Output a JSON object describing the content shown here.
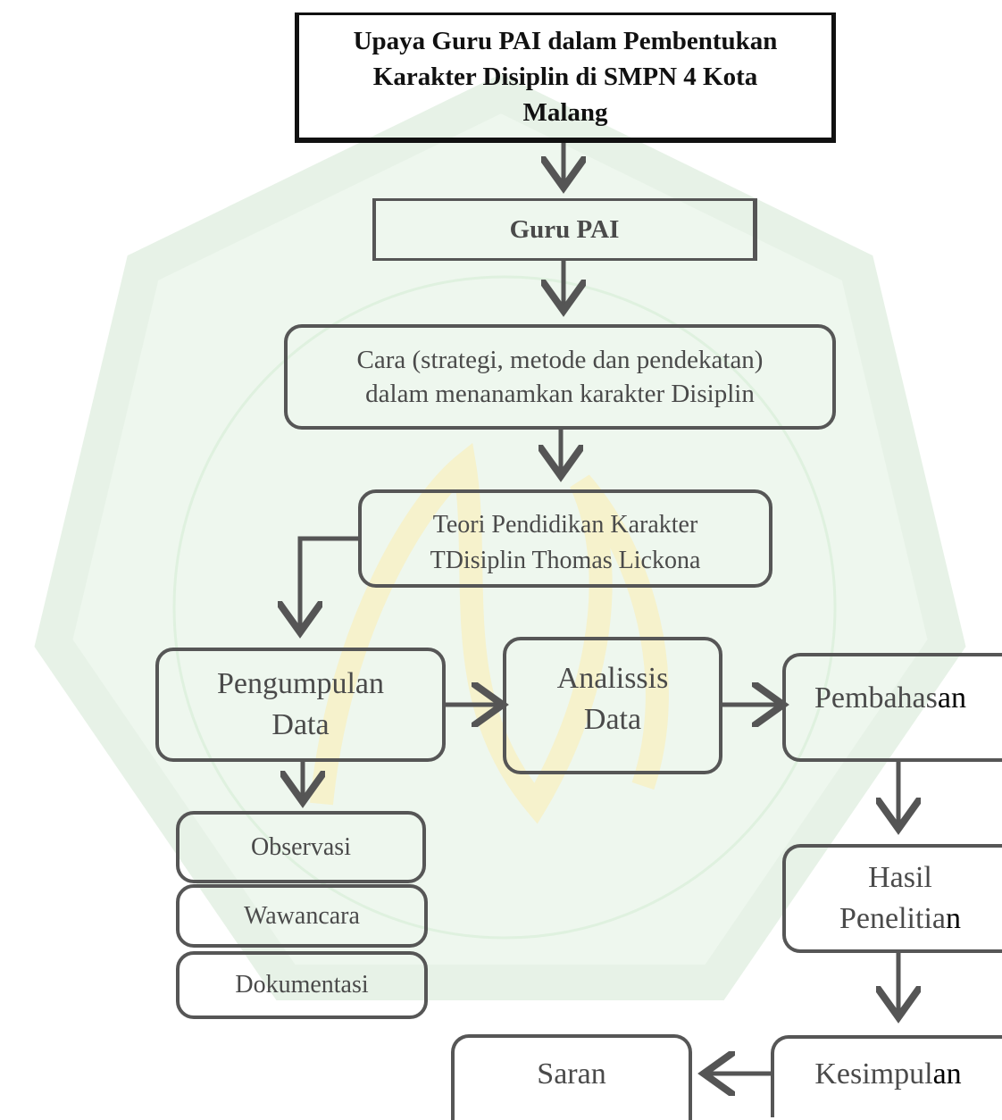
{
  "nodes": {
    "title": "Upaya Guru PAI dalam Pembentukan\nKarakter Disiplin di SMPN 4 Kota\nMalang",
    "guru": "Guru PAI",
    "cara": "Cara (strategi, metode dan pendekatan)\ndalam menanamkan karakter Disiplin",
    "teori": "Teori Pendidikan Karakter\nTDisiplin Thomas Lickona",
    "pengumpulan": "Pengumpulan\nData",
    "analisis": "Analissis\nData",
    "pembahasan_main": "Pembahas",
    "pembahasan_end": "an",
    "observasi": "Observasi",
    "wawancara": "Wawancara",
    "dokumentasi": "Dokumentasi",
    "hasil_main": "Hasil\nPenelitia",
    "hasil_end": "n",
    "kesimpulan_main": "Kesimpul",
    "kesimpulan_end": "an",
    "saran": "Saran"
  },
  "colors": {
    "box_border": "#565656",
    "box_text": "#4a4a4a",
    "title_text": "#111111",
    "arrow": "#555555",
    "watermark": "#d7ecd7"
  }
}
